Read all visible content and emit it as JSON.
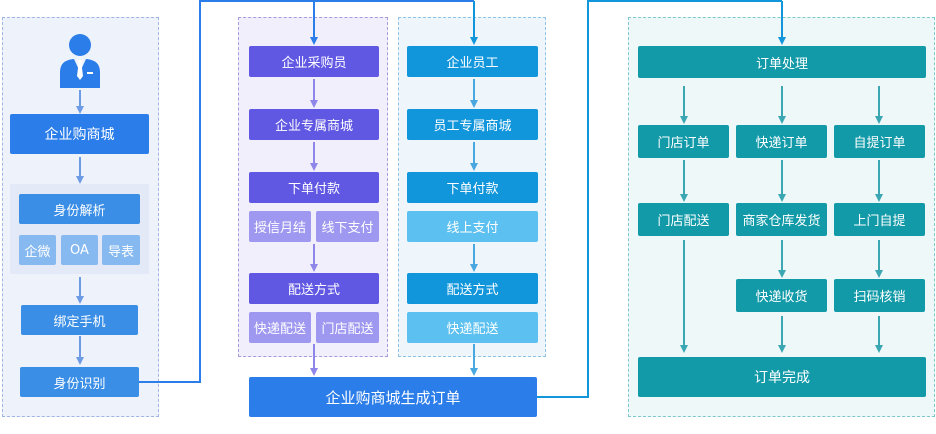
{
  "left": {
    "portal": "企业购商城",
    "identity_parse": "身份解析",
    "sources": [
      "企微",
      "OA",
      "导表"
    ],
    "bind_phone": "绑定手机",
    "identify": "身份识别"
  },
  "purchaser": {
    "role": "企业采购员",
    "mall": "企业专属商城",
    "order_pay": "下单付款",
    "pay_methods": [
      "授信月结",
      "线下支付"
    ],
    "delivery": "配送方式",
    "delivery_options": [
      "快递配送",
      "门店配送"
    ]
  },
  "employee": {
    "role": "企业员工",
    "mall": "员工专属商城",
    "order_pay": "下单付款",
    "pay_method": "线上支付",
    "delivery": "配送方式",
    "delivery_option": "快递配送"
  },
  "generate_order": "企业购商城生成订单",
  "processing": {
    "title": "订单处理",
    "types": [
      "门店订单",
      "快递订单",
      "自提订单"
    ],
    "fulfill": [
      "门店配送",
      "商家仓库发货",
      "上门自提"
    ],
    "receive": [
      "快递收货",
      "扫码核销"
    ],
    "complete": "订单完成"
  },
  "colors": {
    "purple": "#6057e3",
    "cyan": "#1296db",
    "teal": "#129aa8",
    "blue": "#2b7de9"
  }
}
